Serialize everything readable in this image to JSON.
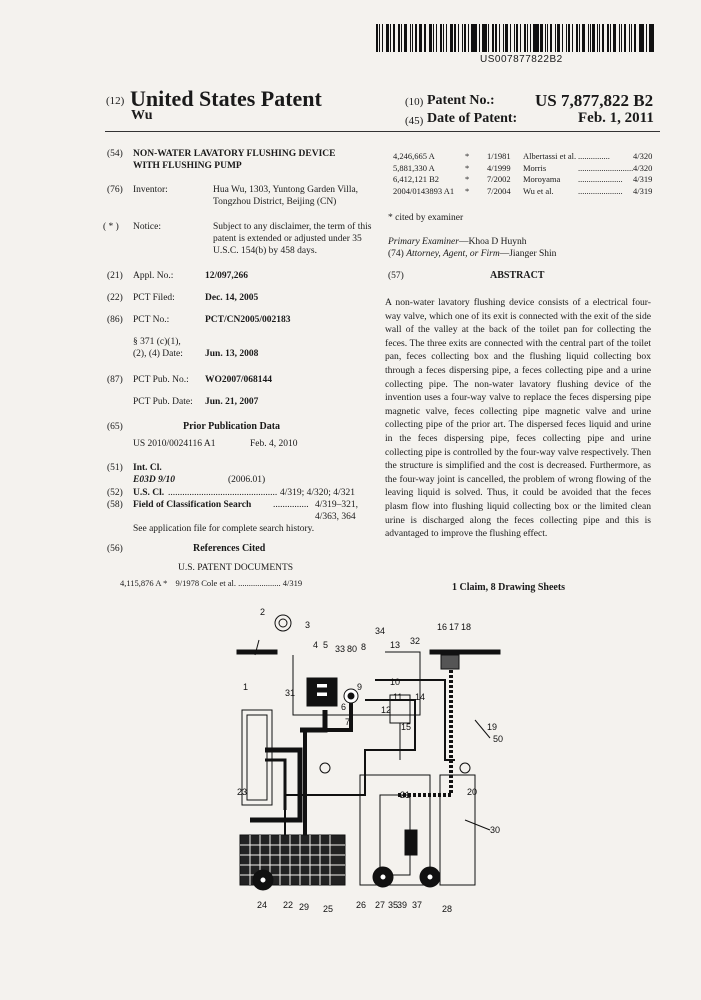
{
  "barcode_number": "US007877822B2",
  "header": {
    "code12": "(12)",
    "doc_type": "United States Patent",
    "inventor_surname": "Wu",
    "code10": "(10)",
    "patent_no_label": "Patent No.:",
    "patent_no": "US 7,877,822 B2",
    "code45": "(45)",
    "date_label": "Date of Patent:",
    "date": "Feb. 1, 2011"
  },
  "left": {
    "title_code": "(54)",
    "title_line1": "NON-WATER LAVATORY FLUSHING DEVICE",
    "title_line2": "WITH FLUSHING PUMP",
    "inventor_code": "(76)",
    "inventor_label": "Inventor:",
    "inventor_line1": "Hua Wu, 1303, Yuntong Garden Villa,",
    "inventor_line2": "Tongzhou District, Beijing (CN)",
    "notice_code": "( * )",
    "notice_label": "Notice:",
    "notice_line1": "Subject to any disclaimer, the term of this",
    "notice_line2": "patent is extended or adjusted under 35",
    "notice_line3": "U.S.C. 154(b) by 458 days.",
    "appl_code": "(21)",
    "appl_label": "Appl. No.:",
    "appl_value": "12/097,266",
    "pct_filed_code": "(22)",
    "pct_filed_label": "PCT Filed:",
    "pct_filed_value": "Dec. 14, 2005",
    "pct_no_code": "(86)",
    "pct_no_label": "PCT No.:",
    "pct_no_value": "PCT/CN2005/002183",
    "s371_line1": "§ 371 (c)(1),",
    "s371_line2": "(2), (4) Date:",
    "s371_value": "Jun. 13, 2008",
    "pub_no_code": "(87)",
    "pub_no_label": "PCT Pub. No.:",
    "pub_no_value": "WO2007/068144",
    "pub_date_label": "PCT Pub. Date:",
    "pub_date_value": "Jun. 21, 2007",
    "prior_code": "(65)",
    "prior_title": "Prior Publication Data",
    "prior_value": "US 2010/0024116 A1",
    "prior_date": "Feb. 4, 2010",
    "intcl_code": "(51)",
    "intcl_label": "Int. Cl.",
    "intcl_value": "E03D 9/10",
    "intcl_year": "(2006.01)",
    "uscl_code": "(52)",
    "uscl_label": "U.S. Cl.",
    "uscl_dots": "..............................................",
    "uscl_value": "4/319; 4/320; 4/321",
    "field_code": "(58)",
    "field_label": "Field of Classification Search",
    "field_dots": "...............",
    "field_value1": "4/319–321,",
    "field_value2": "4/363, 364",
    "field_note": "See application file for complete search history.",
    "refs_code": "(56)",
    "refs_title": "References Cited",
    "refs_subtitle": "U.S. PATENT DOCUMENTS",
    "ref_first": {
      "num": "4,115,876 A",
      "star": "*",
      "date": "9/1978",
      "name": "Cole et al.",
      "dots": "....................",
      "cls": "4/319"
    }
  },
  "right": {
    "refs": [
      {
        "num": "4,246,665 A",
        "star": "*",
        "date": "1/1981",
        "name": "Albertassi et al.",
        "dots": "...............",
        "cls": "4/320"
      },
      {
        "num": "5,881,330 A",
        "star": "*",
        "date": "4/1999",
        "name": "Morris",
        "dots": "..........................",
        "cls": "4/320"
      },
      {
        "num": "6,412,121 B2",
        "star": "*",
        "date": "7/2002",
        "name": "Moroyama",
        "dots": ".....................",
        "cls": "4/319"
      },
      {
        "num": "2004/0143893 A1",
        "star": "*",
        "date": "7/2004",
        "name": "Wu et al.",
        "dots": ".....................",
        "cls": "4/319"
      }
    ],
    "cited": "* cited by examiner",
    "examiner_label": "Primary Examiner",
    "examiner_name": "—Khoa D Huynh",
    "attorney_code": "(74)",
    "attorney_label": "Attorney, Agent, or Firm",
    "attorney_name": "—Jianger Shin",
    "abstract_code": "(57)",
    "abstract_title": "ABSTRACT",
    "abstract_text": "A non-water lavatory flushing device consists of a electrical four-way valve, which one of its exit is connected with the exit of the side wall of the valley at the back of the toilet pan for collecting the feces. The three exits are connected with the central part of the toilet pan, feces collecting box and the flushing liquid collecting box through a feces dispersing pipe, a feces collecting pipe and a urine collecting pipe. The non-water lavatory flushing device of the invention uses a four-way valve to replace the feces dispersing pipe magnetic valve, feces collecting pipe magnetic valve and urine collecting pipe of the prior art. The dispersed feces liquid and urine in the feces dispersing pipe, feces collecting pipe and urine collecting pipe is controlled by the four-way valve respectively. Then the structure is simplified and the cost is decreased. Furthermore, as the four-way joint is cancelled, the problem of wrong flowing of the leaving liquid is solved. Thus, it could be avoided that the feces plasm flow into flushing liquid collecting box or the limited clean urine is discharged along the feces collecting pipe and this is advantaged to improve the flushing effect.",
    "claims": "1 Claim, 8 Drawing Sheets"
  },
  "figure_labels": [
    "2",
    "3",
    "4",
    "5",
    "33",
    "80",
    "8",
    "34",
    "13",
    "32",
    "16",
    "17",
    "18",
    "1",
    "31",
    "6",
    "9",
    "10",
    "11",
    "14",
    "7",
    "12",
    "15",
    "19",
    "50",
    "21",
    "20",
    "23",
    "30",
    "24",
    "22",
    "29",
    "25",
    "26",
    "27",
    "28",
    "39",
    "37",
    "35"
  ]
}
